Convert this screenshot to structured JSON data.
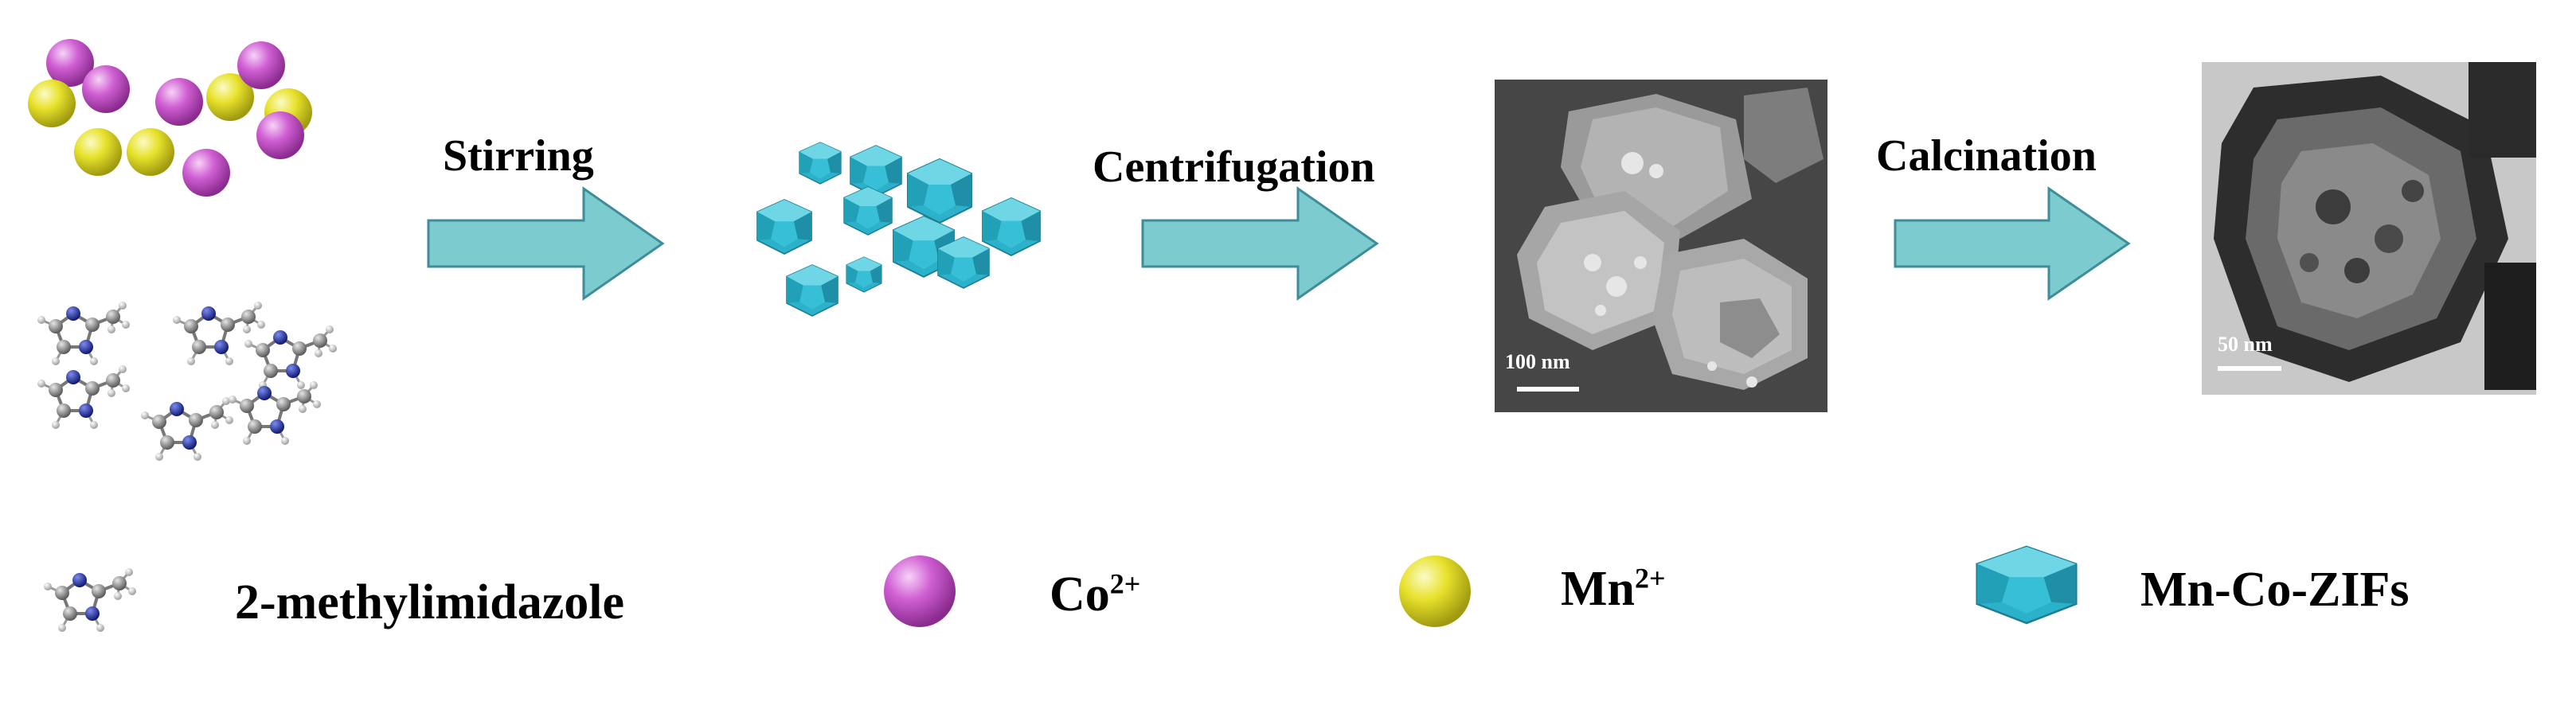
{
  "steps": {
    "step1": "Stirring",
    "step2": "Centrifugation",
    "step3": "Calcination"
  },
  "sem_image": {
    "scale_label": "100 nm"
  },
  "tem_image": {
    "scale_label": "50 nm"
  },
  "legend": {
    "ligand": "2-methylimidazole",
    "cobalt_base": "Co",
    "cobalt_charge": "2+",
    "manganese_base": "Mn",
    "manganese_charge": "2+",
    "zif": "Mn-Co-ZIFs"
  },
  "colors": {
    "cobalt": "#c552c8",
    "manganese": "#e6e12a",
    "zif": "#2bb1c9",
    "arrow": "#7ccbcf",
    "arrow_border": "#3e8d99",
    "nitrogen": "#1f2fa6",
    "carbon": "#8a8a8a",
    "hydrogen": "#dcdcdc"
  }
}
